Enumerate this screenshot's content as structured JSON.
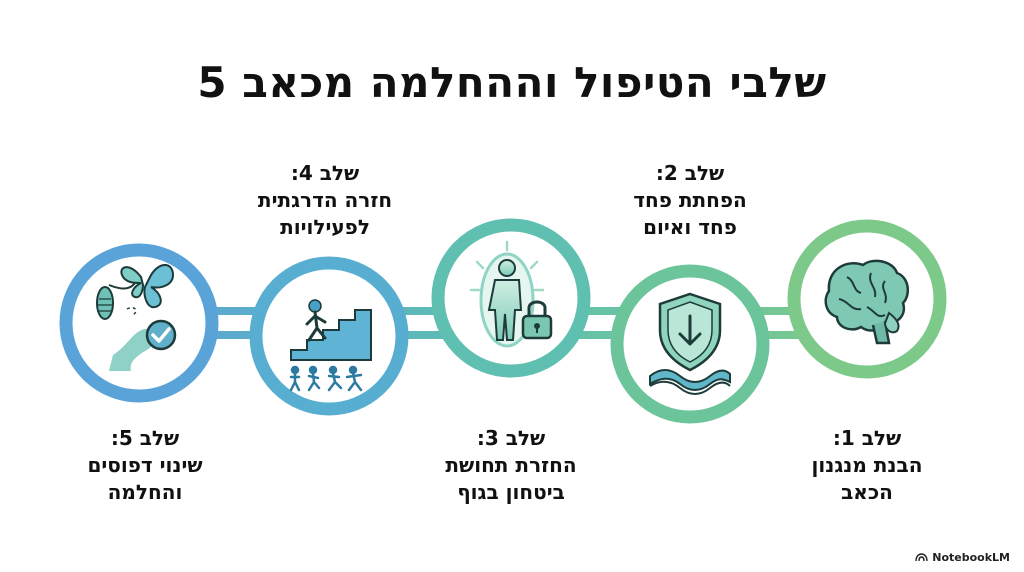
{
  "title": "5 שלבי הטיפול וההחלמה מכאב",
  "steps": [
    {
      "step": "שלב 1:",
      "line1": "הבנת מנגנון",
      "line2": "הכאב",
      "icon": "brain-icon"
    },
    {
      "step": "שלב 2:",
      "line1": "הפחתת פחד",
      "line2": "פחד ואיום",
      "icon": "shield-arrow-waves-icon"
    },
    {
      "step": "שלב 3:",
      "line1": "החזרת תחושת",
      "line2": "ביטחון בגוף",
      "icon": "person-aura-lock-icon"
    },
    {
      "step": "שלב 4:",
      "line1": "חזרה הדרגתית",
      "line2": "לפעילויות",
      "icon": "stairs-climbing-icon"
    },
    {
      "step": "שלב 5:",
      "line1": "שינוי דפוסים",
      "line2": "והחלמה",
      "icon": "butterfly-path-check-icon"
    }
  ],
  "colors": {
    "step1": "#7cc98a",
    "step2": "#6cc49b",
    "step3": "#5fbfb0",
    "step4": "#58aed0",
    "step5": "#5aa3d8",
    "text": "#111111"
  },
  "brand": "NotebookLM"
}
